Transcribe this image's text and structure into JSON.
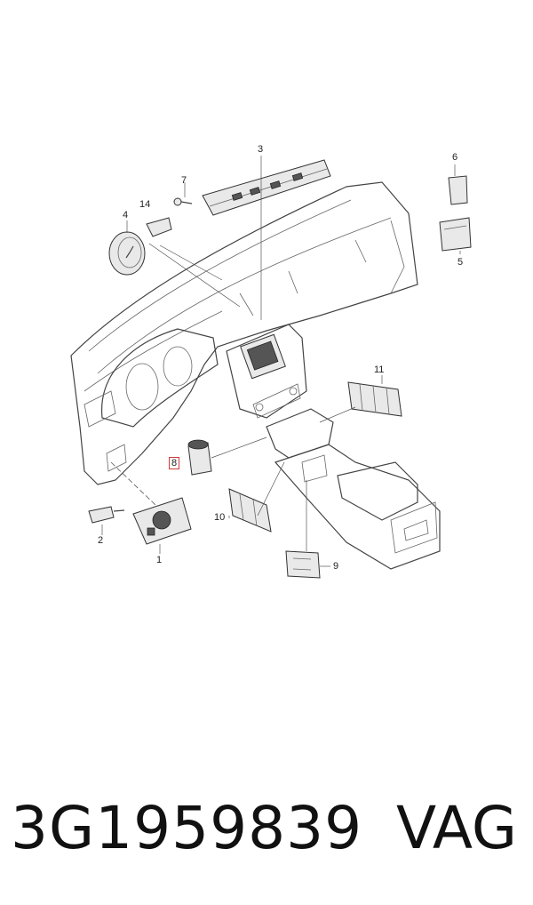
{
  "diagram": {
    "callouts": [
      {
        "id": "1",
        "label": "1"
      },
      {
        "id": "2",
        "label": "2"
      },
      {
        "id": "3",
        "label": "3"
      },
      {
        "id": "4",
        "label": "4"
      },
      {
        "id": "5",
        "label": "5"
      },
      {
        "id": "6",
        "label": "6"
      },
      {
        "id": "7",
        "label": "7"
      },
      {
        "id": "8",
        "label": "8",
        "highlighted": true
      },
      {
        "id": "9",
        "label": "9"
      },
      {
        "id": "10",
        "label": "10"
      },
      {
        "id": "11",
        "label": "11"
      },
      {
        "id": "14",
        "label": "14"
      }
    ],
    "highlight_color": "#d23a3a",
    "line_color": "#444444"
  },
  "footer": {
    "part_number": "3G1959839",
    "brand": "VAG"
  }
}
